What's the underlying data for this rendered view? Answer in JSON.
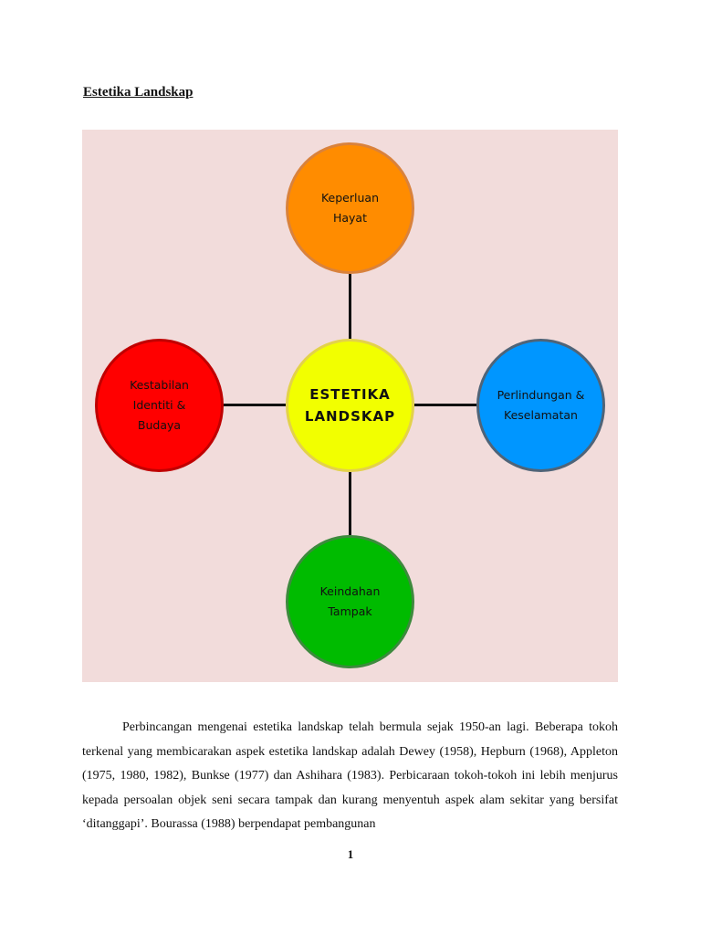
{
  "document": {
    "title": "Estetika Landskap",
    "paragraph": "Perbincangan mengenai estetika landskap telah bermula sejak 1950-an lagi.  Beberapa tokoh terkenal yang membicarakan aspek  estetika landskap adalah Dewey (1958), Hepburn (1968), Appleton (1975, 1980, 1982), Bunkse (1977) dan Ashihara (1983). Perbicaraan tokoh-tokoh ini lebih menjurus kepada persoalan objek seni secara tampak dan kurang menyentuh aspek alam sekitar yang bersifat ‘ditanggapi’. Bourassa (1988) berpendapat pembangunan",
    "page_number": "1"
  },
  "diagram": {
    "background_color": "#f2dcdb",
    "connector_color": "#111111",
    "center": {
      "label": "ESTETIKA\nLANDSKAP",
      "color": "#f2ff00"
    },
    "top": {
      "label": "Keperluan\nHayat",
      "color": "#ff8c00"
    },
    "left": {
      "label": "Kestabilan\nIdentiti &\nBudaya",
      "color": "#ff0000"
    },
    "right": {
      "label": "Perlindungan &\nKeselamatan",
      "color": "#0096ff"
    },
    "bottom": {
      "label": "Keindahan\nTampak",
      "color": "#00bb00"
    }
  }
}
